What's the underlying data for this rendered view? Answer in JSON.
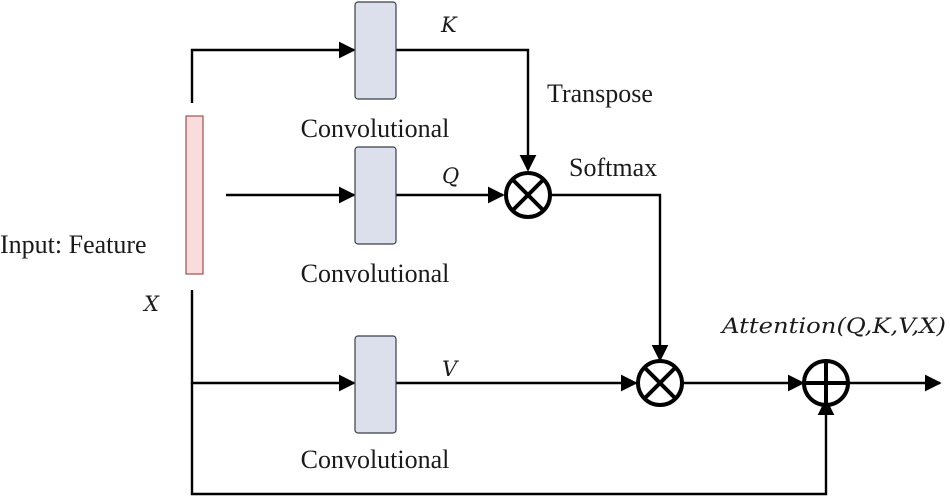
{
  "diagram": {
    "input_label": "Input: Feature",
    "input_symbol": "X",
    "conv_label": "Convolutional",
    "k_label": "K",
    "q_label": "Q",
    "v_label": "V",
    "transpose_label": "Transpose",
    "softmax_label": "Softmax",
    "attention_label": "Attention(Q,K,V,X)",
    "operators": [
      "multiply-icon",
      "multiply-icon",
      "add-icon"
    ]
  }
}
